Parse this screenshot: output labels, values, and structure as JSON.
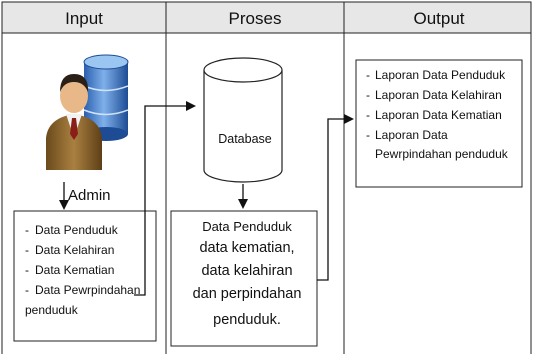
{
  "columns": {
    "input": "Input",
    "process": "Proses",
    "output": "Output"
  },
  "input": {
    "actor_label": "Admin",
    "items": [
      "Data Penduduk",
      "Data Kelahiran",
      "Data Kematian",
      "Data Pewrpindahan",
      "penduduk"
    ],
    "actor_icon": "admin-database-icon"
  },
  "process": {
    "database_label": "Database",
    "lines": [
      "Data Penduduk",
      "data kematian,",
      "data kelahiran",
      "dan perpindahan",
      "penduduk."
    ]
  },
  "output": {
    "items": [
      "Laporan Data Penduduk",
      "Laporan Data Kelahiran",
      "Laporan Data Kematian",
      "Laporan Data",
      "Pewrpindahan penduduk"
    ]
  }
}
